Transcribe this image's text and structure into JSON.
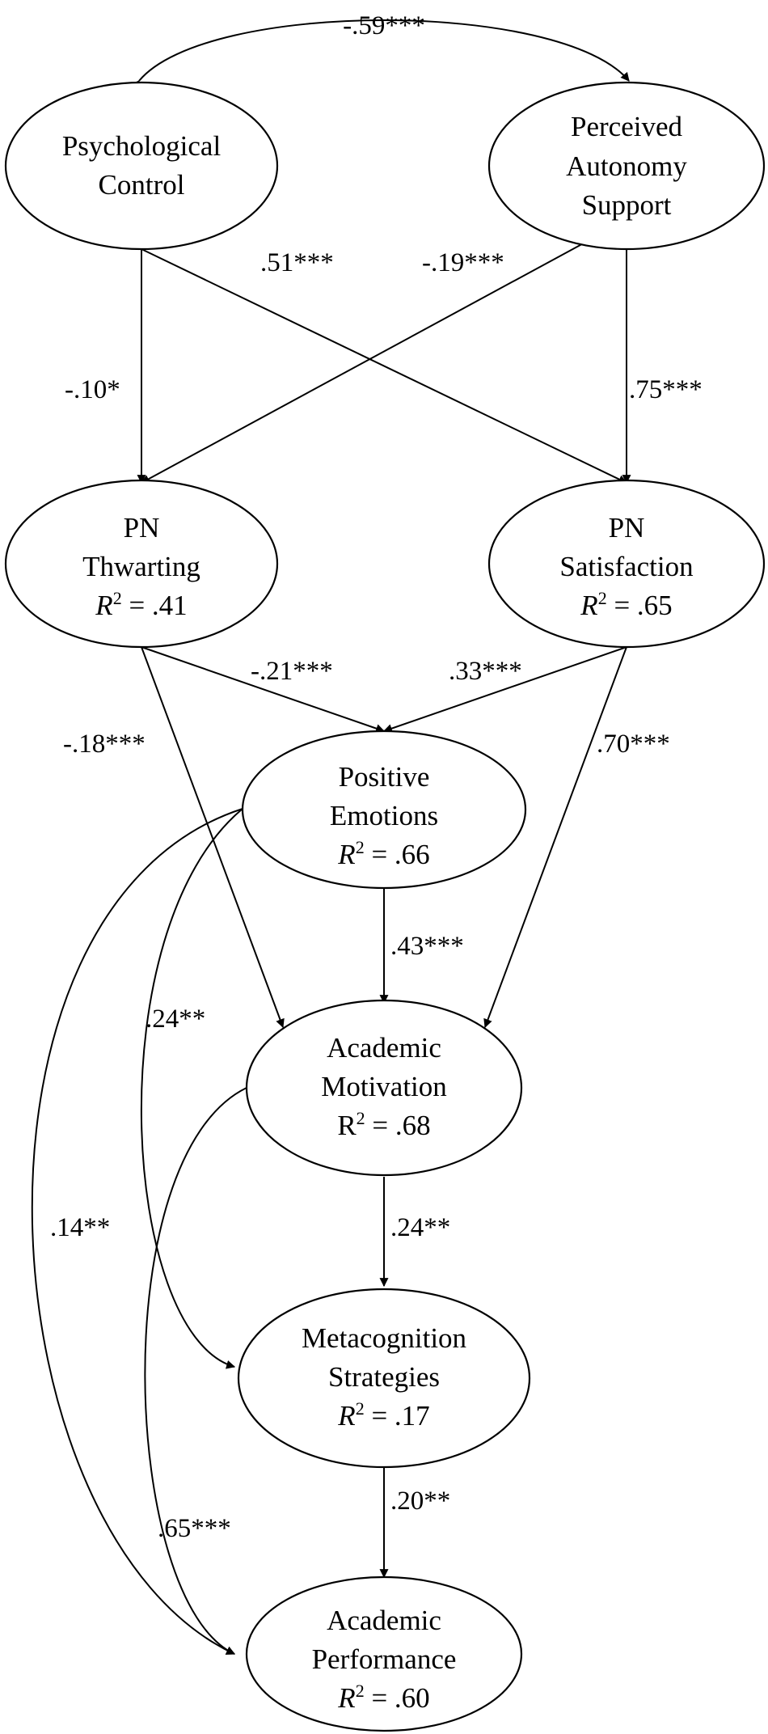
{
  "nodes": {
    "psych_control": {
      "line1": "Psychological",
      "line2": "Control"
    },
    "autonomy_support": {
      "line1": "Perceived",
      "line2": "Autonomy",
      "line3": "Support"
    },
    "pn_thwarting": {
      "line1": "PN",
      "line2": "Thwarting",
      "r2_symbol": "R",
      "r2_sup": "2",
      "r2_value": " = .41"
    },
    "pn_satisfaction": {
      "line1": "PN",
      "line2": "Satisfaction",
      "r2_symbol": "R",
      "r2_sup": "2",
      "r2_value": " = .65"
    },
    "positive_emotions": {
      "line1": "Positive",
      "line2": "Emotions",
      "r2_symbol": "R",
      "r2_sup": "2",
      "r2_value": " = .66"
    },
    "academic_motivation": {
      "line1": "Academic",
      "line2": "Motivation",
      "r2_symbol": "R",
      "r2_sup": "2",
      "r2_value": " = .68"
    },
    "metacognition": {
      "line1": "Metacognition",
      "line2": "Strategies",
      "r2_symbol": "R",
      "r2_sup": "2",
      "r2_value": " = .17"
    },
    "academic_performance": {
      "line1": "Academic",
      "line2": "Performance",
      "r2_symbol": "R",
      "r2_sup": "2",
      "r2_value": " = .60"
    }
  },
  "edges": [
    {
      "from": "Psychological Control",
      "to": "Perceived Autonomy Support",
      "type": "covariance",
      "label": "-.59***"
    },
    {
      "from": "Psychological Control",
      "to": "PN Thwarting",
      "label": "-.10*"
    },
    {
      "from": "Psychological Control",
      "to": "PN Satisfaction",
      "label": ".51***"
    },
    {
      "from": "Perceived Autonomy Support",
      "to": "PN Thwarting",
      "label": "-.19***"
    },
    {
      "from": "Perceived Autonomy Support",
      "to": "PN Satisfaction",
      "label": ".75***"
    },
    {
      "from": "PN Thwarting",
      "to": "Positive Emotions",
      "label": "-.21***"
    },
    {
      "from": "PN Satisfaction",
      "to": "Positive Emotions",
      "label": ".33***"
    },
    {
      "from": "PN Thwarting",
      "to": "Academic Motivation",
      "label": "-.18***"
    },
    {
      "from": "PN Satisfaction",
      "to": "Academic Motivation",
      "label": ".70***"
    },
    {
      "from": "Positive Emotions",
      "to": "Academic Motivation",
      "label": ".43***"
    },
    {
      "from": "Positive Emotions",
      "to": "Metacognition Strategies",
      "label": ".24**"
    },
    {
      "from": "Positive Emotions",
      "to": "Academic Performance",
      "label": ".14**"
    },
    {
      "from": "Academic Motivation",
      "to": "Metacognition Strategies",
      "label": ".24**"
    },
    {
      "from": "Academic Motivation",
      "to": "Academic Performance",
      "label": ".65***"
    },
    {
      "from": "Metacognition Strategies",
      "to": "Academic Performance",
      "label": ".20**"
    }
  ]
}
